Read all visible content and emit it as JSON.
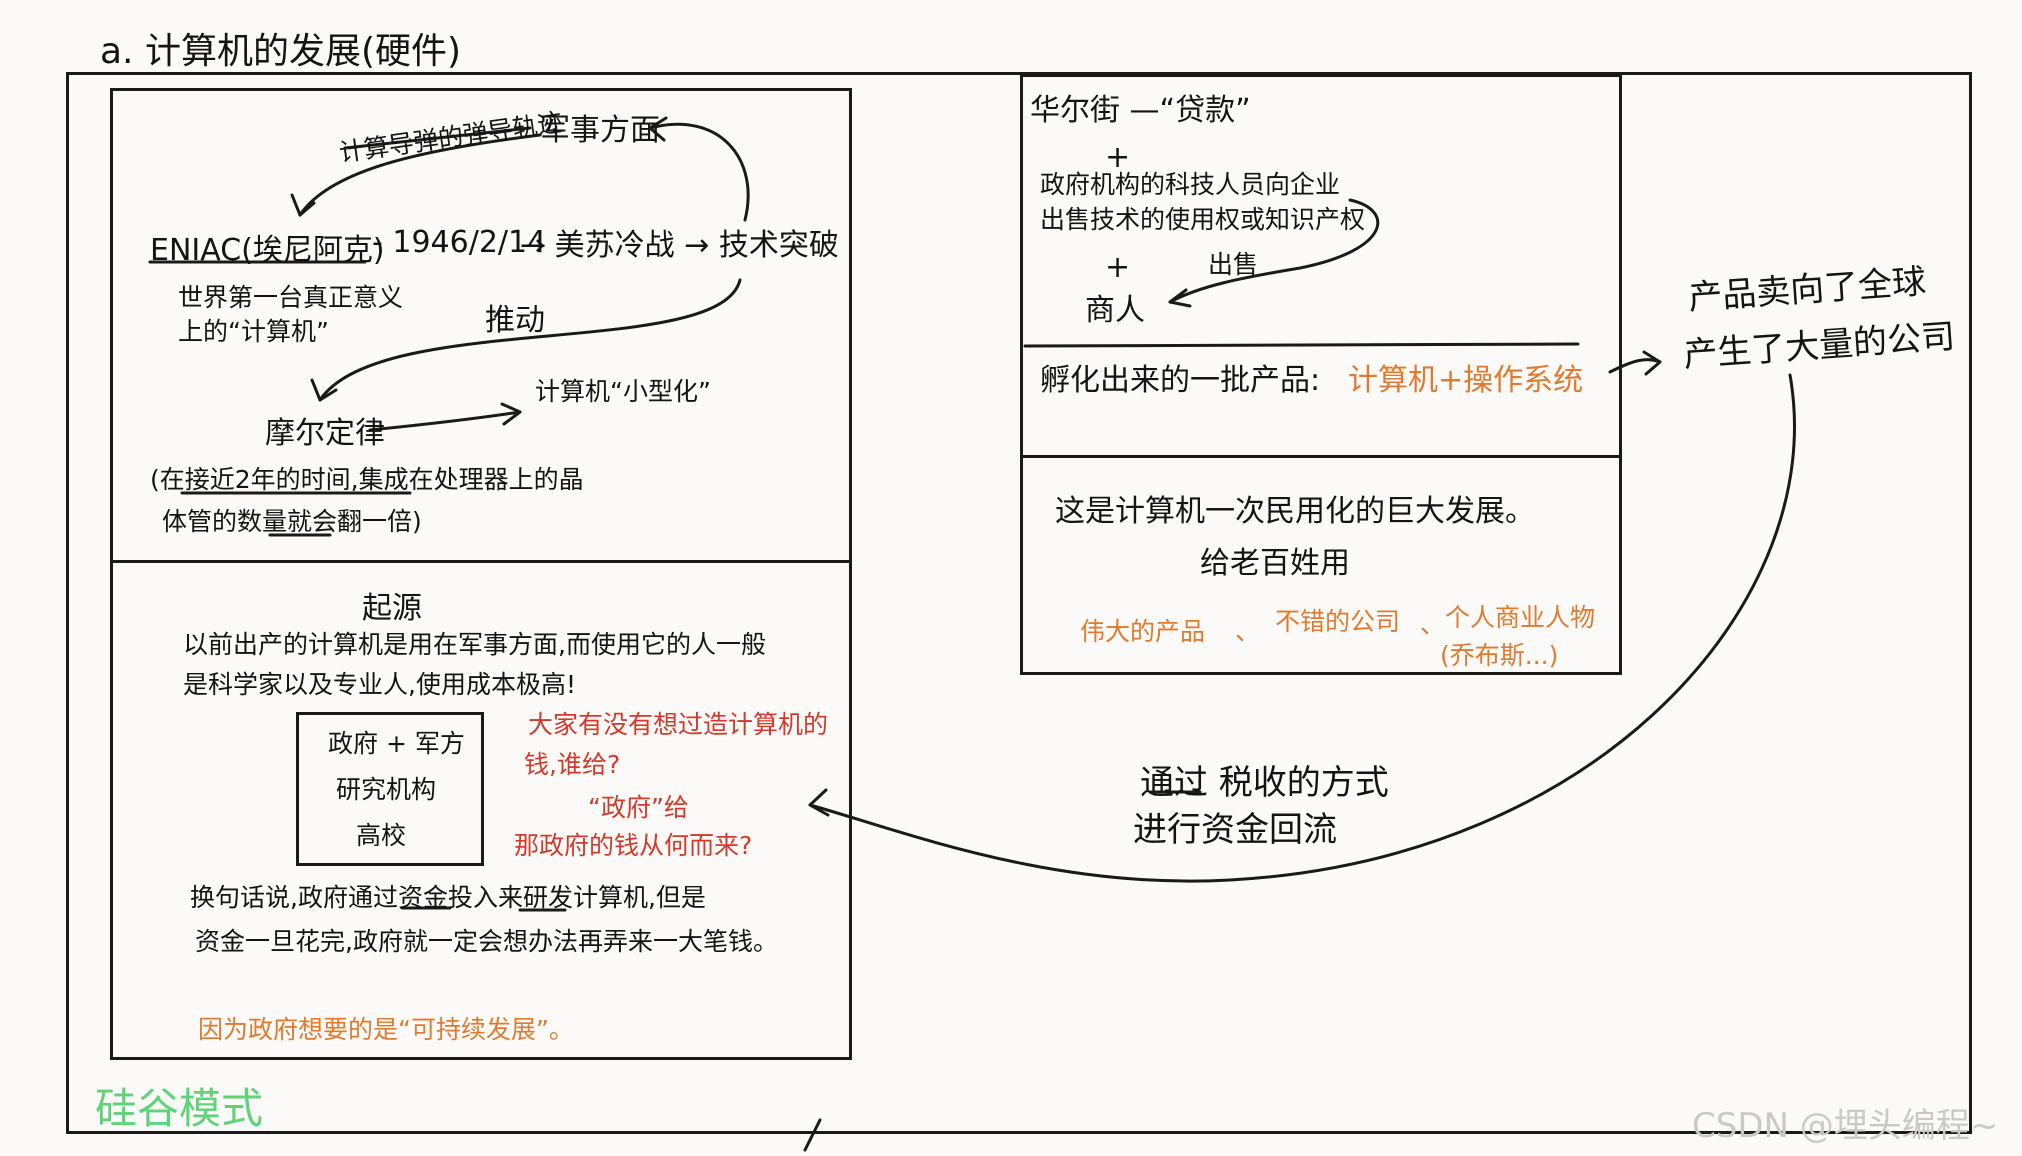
{
  "heading": "a. 计算机的发展(硬件)",
  "left_top": {
    "eniac": "ENIAC(埃尼阿克)",
    "eniac_date": "- 1946/2/14",
    "cold_war": "→ 美苏冷战 → 技术突破",
    "military": "军事方面",
    "missile": "计算导弹的弹导轨迹",
    "first_computer_1": "世界第一台真正意义",
    "first_computer_2": "上的“计算机”",
    "push": "推动",
    "moore": "摩尔定律",
    "miniaturize": "计算机“小型化”",
    "moore_desc_1": "(在接近2年的时间,集成在处理器上的晶",
    "moore_desc_2": "体管的数量就会翻一倍)"
  },
  "left_bottom": {
    "origin": "起源",
    "origin_1": "以前出产的计算机是用在军事方面,而使用它的人一般",
    "origin_2": "是科学家以及专业人,使用成本极高!",
    "gov_box": [
      "政府 + 军方",
      "研究机构",
      "高校"
    ],
    "question_1": "大家有没有想过造计算机的",
    "question_2": "钱,谁给?",
    "question_3": "“政府”给",
    "question_4": "那政府的钱从何而来?",
    "summary_1": "换句话说,政府通过资金投入来研发计算机,但是",
    "summary_2": "资金一旦花完,政府就一定会想办法再弄来一大笔钱。",
    "sustainable": "因为政府想要的是“可持续发展”。"
  },
  "right_top": {
    "wallstreet": "华尔街 —“贷款”",
    "plus1": "+",
    "gov_staff_1": "政府机构的科技人员向企业",
    "gov_staff_2": "出售技术的使用权或知识产权",
    "sell": "出售",
    "plus2": "+",
    "merchant": "商人",
    "incubate": "孵化出来的一批产品:",
    "product": "计算机+操作系统"
  },
  "right_bottom": {
    "civil_1": "这是计算机一次民用化的巨大发展。",
    "civil_2": "给老百姓用",
    "great_product": "伟大的产品",
    "sep1": "、",
    "good_company": "不错的公司",
    "sep2": "、",
    "business_person": "个人商业人物",
    "jobs": "(乔布斯...)"
  },
  "right_note": {
    "global_1": "产品卖向了全球",
    "global_2": "产生了大量的公司",
    "tax_1": "通过 税收的方式",
    "tax_2": "进行资金回流"
  },
  "silicon_valley": "硅谷模式",
  "watermark": "CSDN @埋头编程~",
  "colors": {
    "orange": "#e07a2e",
    "red": "#d23a2c",
    "green": "#5fd37a",
    "ink": "#141414"
  }
}
